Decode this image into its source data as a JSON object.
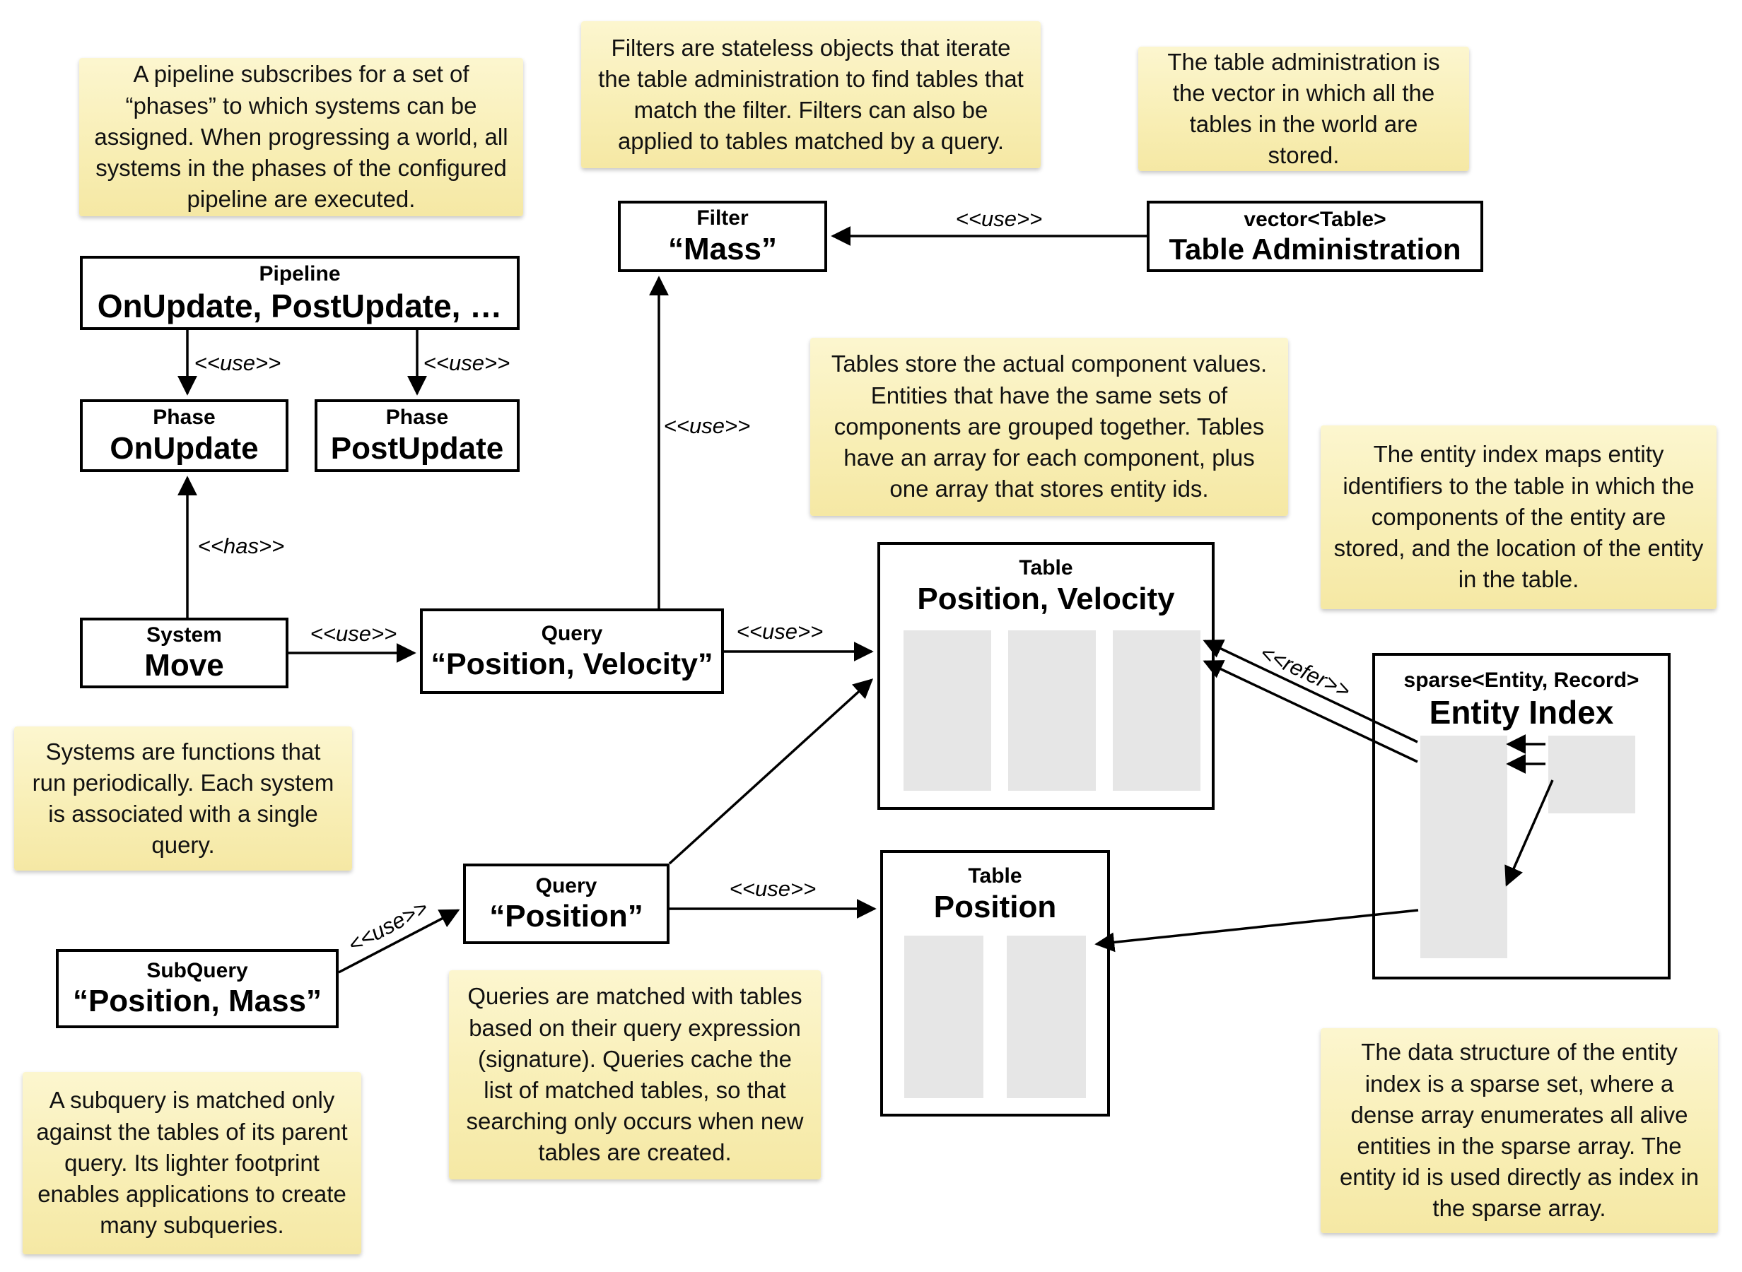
{
  "colors": {
    "note_bg_top": "#FCF6CF",
    "note_bg_bottom": "#F5E8A4",
    "box_border": "#000000",
    "box_bg": "#FFFFFF",
    "array_column_gray": "#E6E6E6",
    "line_color": "#000000"
  },
  "notes": [
    {
      "id": "pipeline",
      "text": "A pipeline subscribes for a set of “phases” to which systems can be assigned. When progressing a world, all systems in the phases of the configured pipeline are executed."
    },
    {
      "id": "filters",
      "text": "Filters are stateless objects that iterate the table administration to find tables that match the filter. Filters can also be applied to tables matched by a query."
    },
    {
      "id": "table-administration",
      "text": "The table administration is the vector in which all the tables in the world are stored."
    },
    {
      "id": "tables",
      "text": "Tables store the actual component values. Entities that have the same sets of components are grouped together. Tables have an array for each component, plus one array that stores entity ids."
    },
    {
      "id": "entity-index",
      "text": "The entity index maps entity identifiers to the table in which the components of the entity are stored, and the location of the entity in the table."
    },
    {
      "id": "systems",
      "text": "Systems are functions that run periodically. Each system is associated with a single query."
    },
    {
      "id": "queries",
      "text": "Queries are matched with tables based on their query expression (signature). Queries cache the list of matched tables, so that searching only occurs when new tables are created."
    },
    {
      "id": "subquery",
      "text": "A subquery is matched only against the tables of its parent query. Its lighter footprint enables applications to create many subqueries."
    },
    {
      "id": "sparse-set",
      "text": "The data structure of the entity index is a sparse set, where a dense array enumerates all alive entities in the sparse array. The entity id is used directly as index in the sparse array."
    }
  ],
  "boxes": [
    {
      "id": "pipeline",
      "title": "Pipeline",
      "label": "OnUpdate, PostUpdate, …"
    },
    {
      "id": "phase-onupdate",
      "title": "Phase",
      "label": "OnUpdate"
    },
    {
      "id": "phase-postupdate",
      "title": "Phase",
      "label": "PostUpdate"
    },
    {
      "id": "system-move",
      "title": "System",
      "label": "Move"
    },
    {
      "id": "query-position-velocity",
      "title": "Query",
      "label": "“Position, Velocity”"
    },
    {
      "id": "filter-mass",
      "title": "Filter",
      "label": "“Mass”"
    },
    {
      "id": "table-administration",
      "title": "vector<Table>",
      "label": "Table Administration"
    },
    {
      "id": "table-position-velocity",
      "title": "Table",
      "label": "Position, Velocity"
    },
    {
      "id": "query-position",
      "title": "Query",
      "label": "“Position”"
    },
    {
      "id": "subquery-position-mass",
      "title": "SubQuery",
      "label": "“Position, Mass”"
    },
    {
      "id": "table-position",
      "title": "Table",
      "label": "Position"
    },
    {
      "id": "entity-index",
      "title": "sparse<Entity, Record>",
      "label": "Entity Index"
    }
  ],
  "edge_labels": [
    {
      "id": "pipeline-to-onupdate",
      "text": "<<use>>"
    },
    {
      "id": "pipeline-to-postupdate",
      "text": "<<use>>"
    },
    {
      "id": "system-to-phase",
      "text": "<<has>>"
    },
    {
      "id": "system-to-query",
      "text": "<<use>>"
    },
    {
      "id": "query-to-filter",
      "text": "<<use>>"
    },
    {
      "id": "tableadmin-to-filter",
      "text": "<<use>>"
    },
    {
      "id": "querypv-to-tablepv",
      "text": "<<use>>"
    },
    {
      "id": "querypos-to-tablepos",
      "text": "<<use>>"
    },
    {
      "id": "subquery-to-query",
      "text": "<<use>>"
    },
    {
      "id": "entityindex-to-table",
      "text": "<<refer>>"
    }
  ]
}
